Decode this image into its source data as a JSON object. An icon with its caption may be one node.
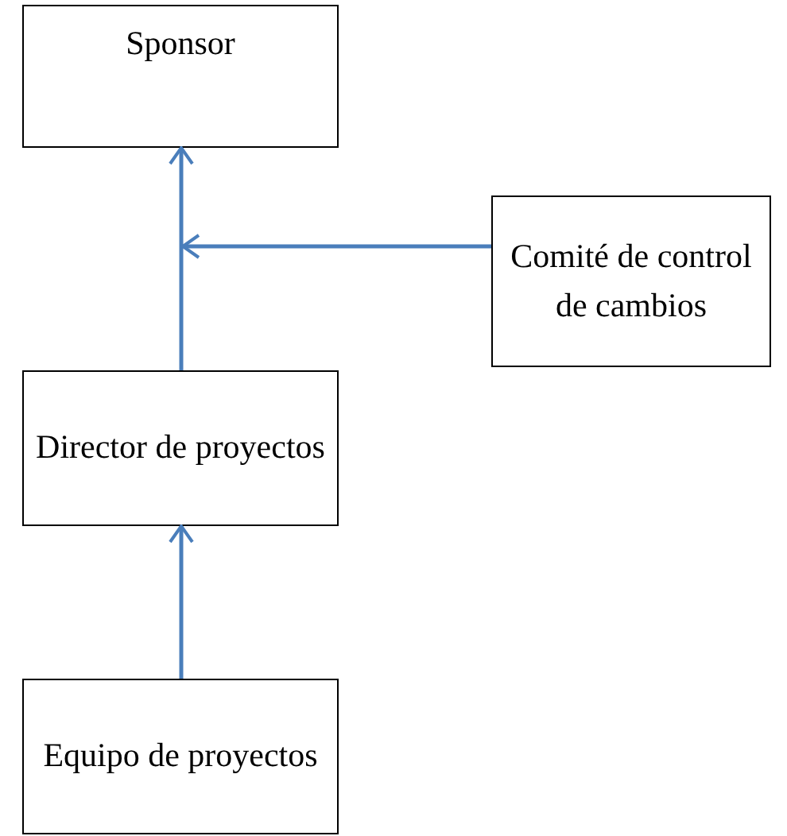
{
  "diagram": {
    "nodes": [
      {
        "text": [
          "Sponsor"
        ]
      },
      {
        "text": [
          "Comité de control de cambios"
        ]
      },
      {
        "text": [
          "Director de proyectos"
        ]
      },
      {
        "text": [
          "Equipo de proyectos"
        ]
      }
    ],
    "edges": [
      {
        "from": 2,
        "to": 0,
        "arrow": "to"
      },
      {
        "from": 1,
        "to": null,
        "arrow": "to"
      },
      {
        "from": 3,
        "to": 2,
        "arrow": "to"
      }
    ]
  }
}
